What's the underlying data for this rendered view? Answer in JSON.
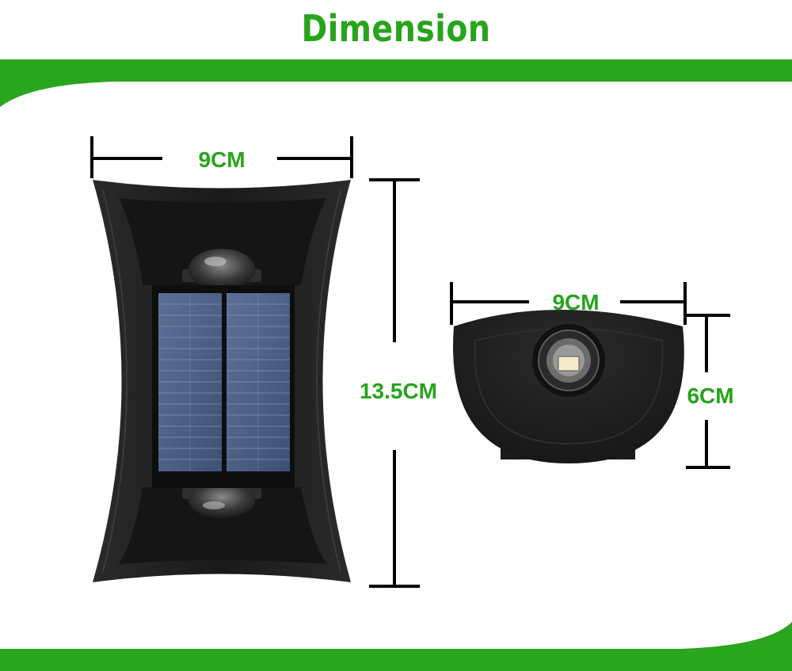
{
  "title": "Dimension",
  "dimensions": {
    "front_width": "9CM",
    "front_height": "13.5CM",
    "side_width": "9CM",
    "side_height": "6CM"
  },
  "colors": {
    "accent_green": "#27a41b",
    "band_green": "#2aa51e",
    "body_black": "#1c1c1c",
    "solar_blue": "#4b5f85"
  }
}
